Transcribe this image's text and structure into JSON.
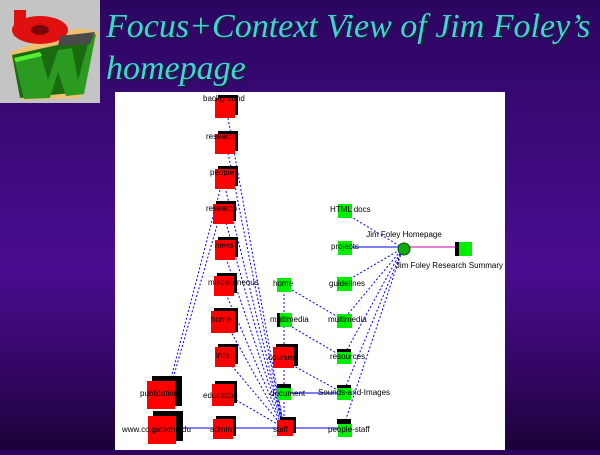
{
  "slide": {
    "title": "Focus+Context View of Jim Foley’s homepage",
    "logo_text": "bw"
  },
  "diagram": {
    "left_nodes": [
      "publications",
      "www.cc.gatech.edu"
    ],
    "column1": [
      "background",
      "research",
      "people",
      "research",
      "news",
      "miscellaneous",
      "home",
      "info",
      "education",
      "admin"
    ],
    "column2": [
      "home",
      "multimedia",
      "courses",
      "document",
      "staff"
    ],
    "column3": [
      "HTML docs",
      "projects",
      "guidelines",
      "multimedia",
      "resources",
      "Sounds-and-Images",
      "people-staff"
    ],
    "hub": "Jim Foley Homepage",
    "right_node": "Jim Foley Research Summary",
    "colors": {
      "page_node": "#ff0000",
      "leaf_node": "#00ee00",
      "link": "#0000ff",
      "focus_link": "#cc00aa"
    }
  }
}
